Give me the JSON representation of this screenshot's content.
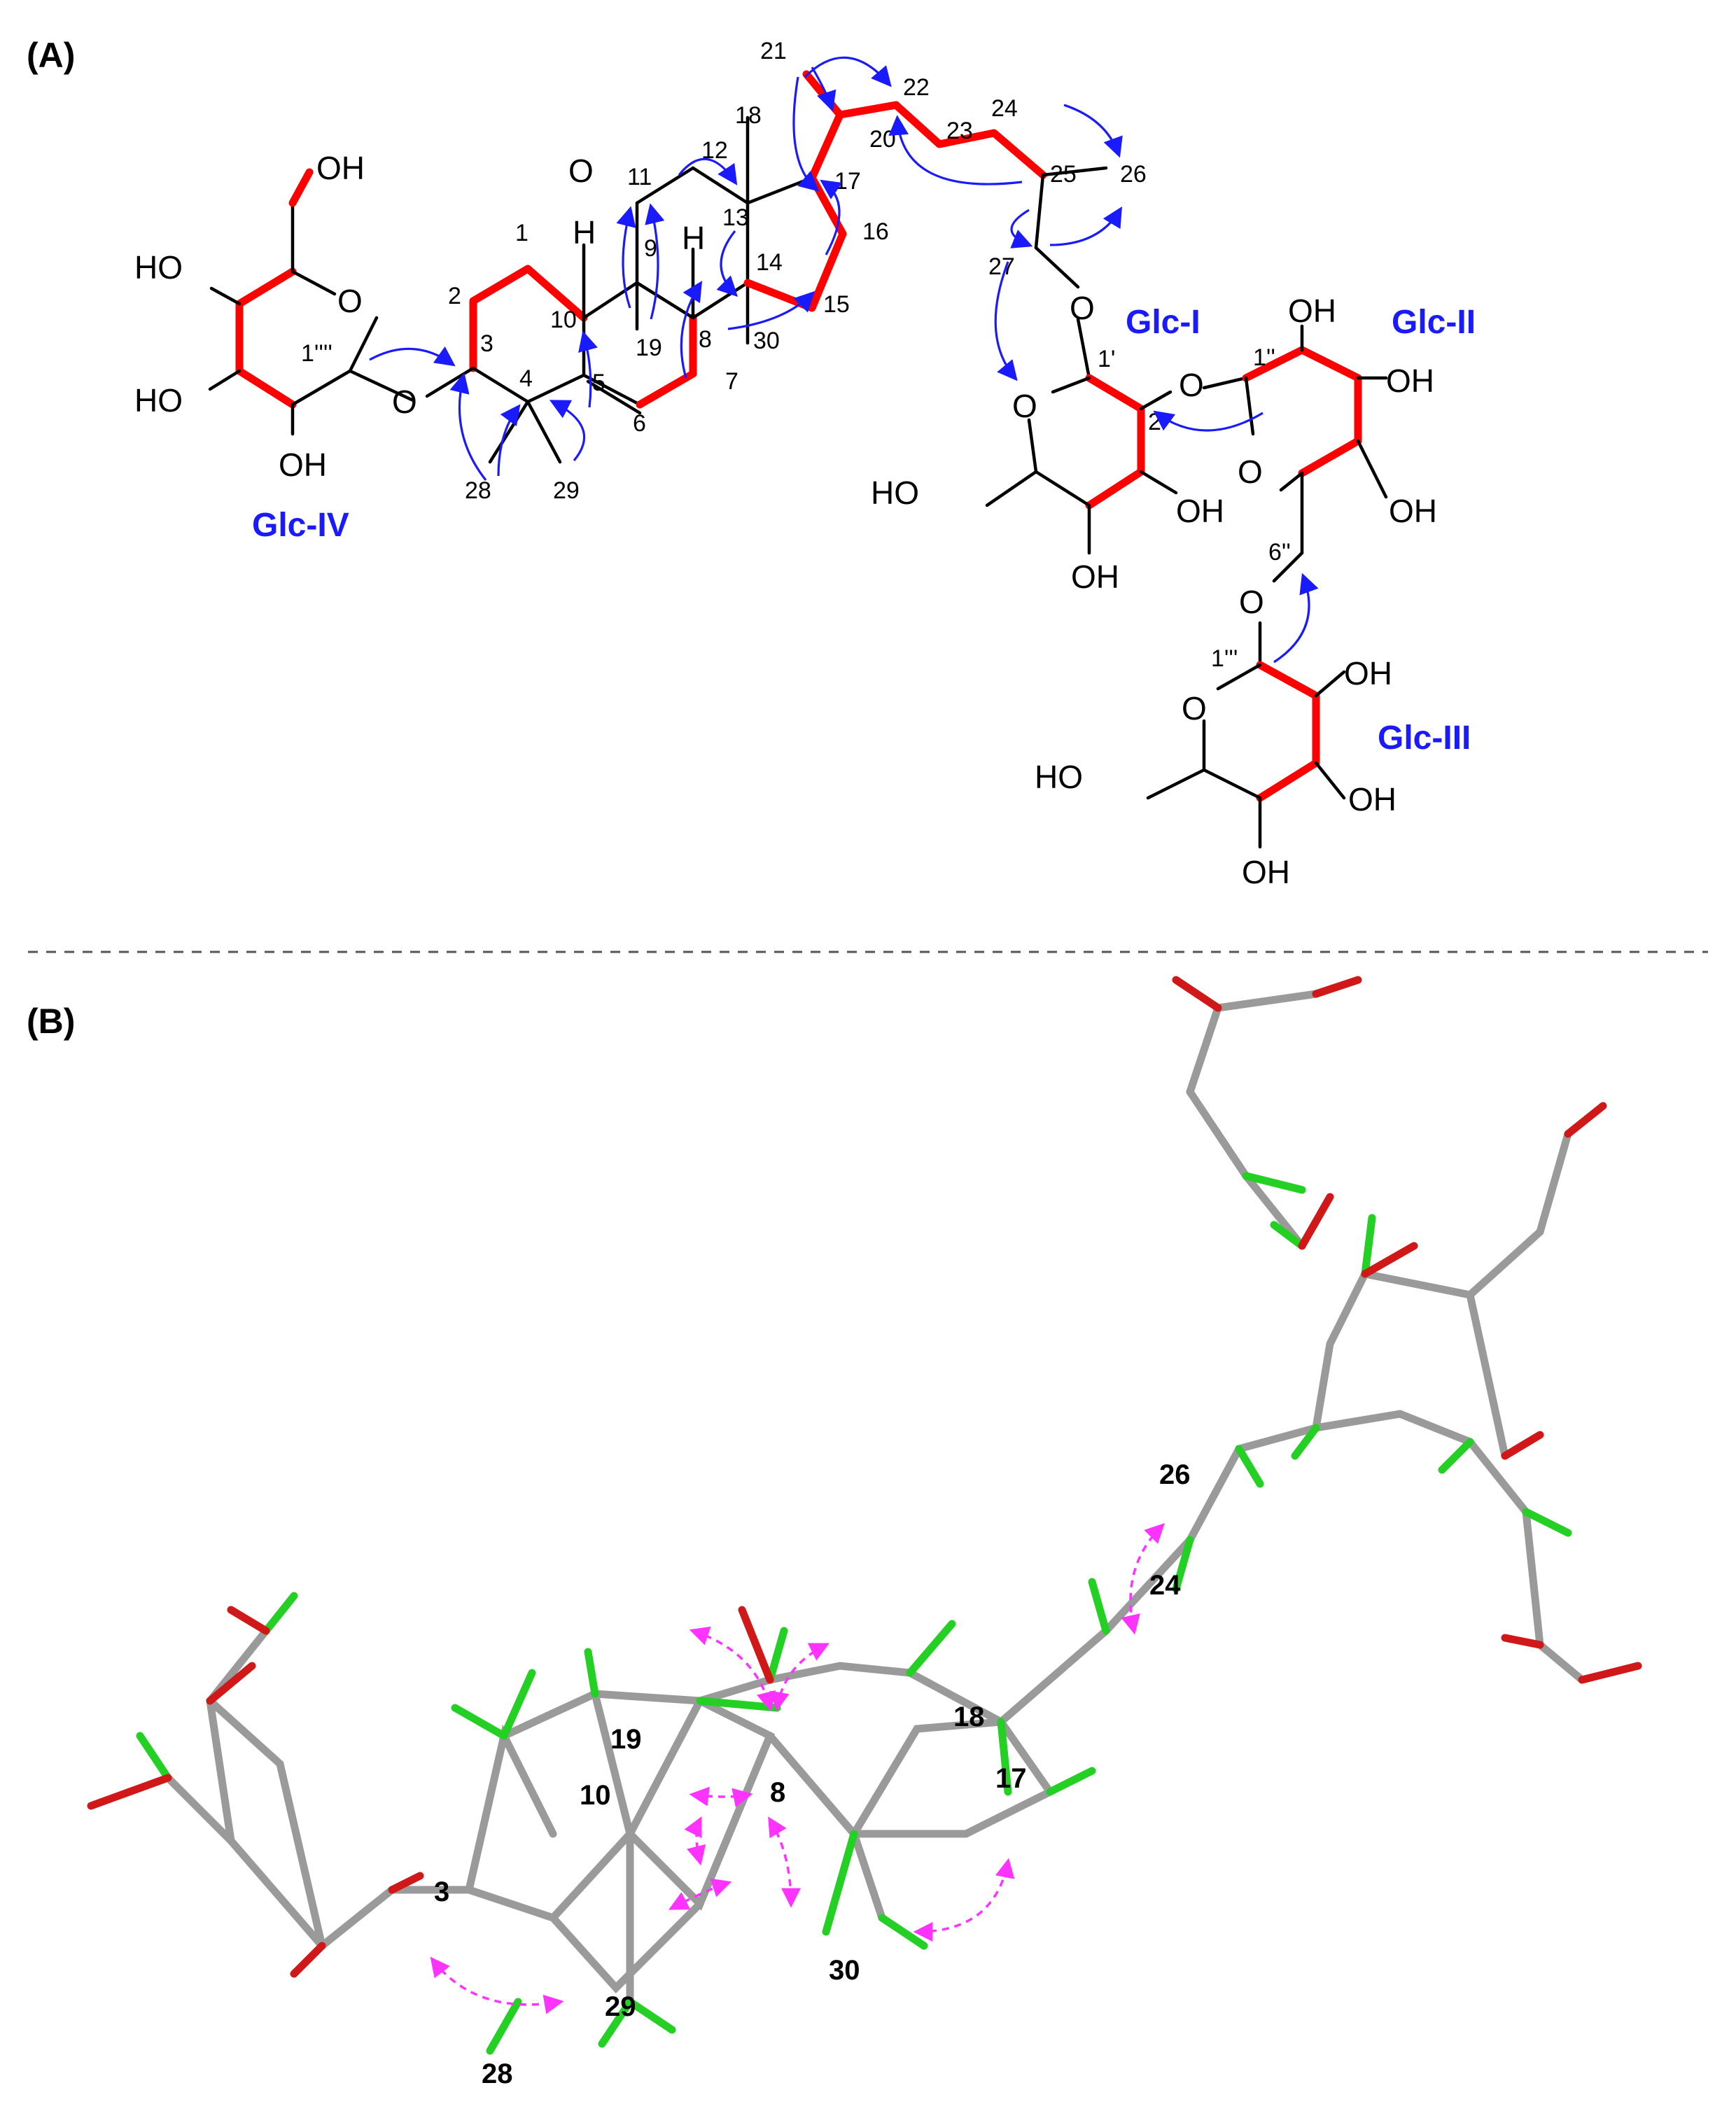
{
  "panels": {
    "a_label": "(A)",
    "b_label": "(B)"
  },
  "sugars": {
    "glc1": "Glc-I",
    "glc2": "Glc-II",
    "glc3": "Glc-III",
    "glc4": "Glc-IV"
  },
  "heteroatoms": {
    "oh": "OH",
    "ho": "HO",
    "o": "O",
    "h": "H"
  },
  "numbering_2d": [
    "1",
    "2",
    "3",
    "4",
    "5",
    "6",
    "7",
    "8",
    "9",
    "10",
    "11",
    "12",
    "13",
    "14",
    "15",
    "16",
    "17",
    "18",
    "19",
    "20",
    "21",
    "22",
    "23",
    "24",
    "25",
    "26",
    "27",
    "28",
    "29",
    "30",
    "1'",
    "2'",
    "1''",
    "6''",
    "1'''",
    "1''''"
  ],
  "numbering_3d": [
    "3",
    "8",
    "10",
    "17",
    "18",
    "19",
    "24",
    "26",
    "28",
    "29",
    "30"
  ],
  "colors": {
    "spin_system": "#ff0000",
    "hmbc_arrow": "#1a1aff",
    "noesy_arrow": "#ff33ff",
    "carbon": "#9a9a9a",
    "hydrogen": "#23d023",
    "oxygen": "#d01818"
  }
}
